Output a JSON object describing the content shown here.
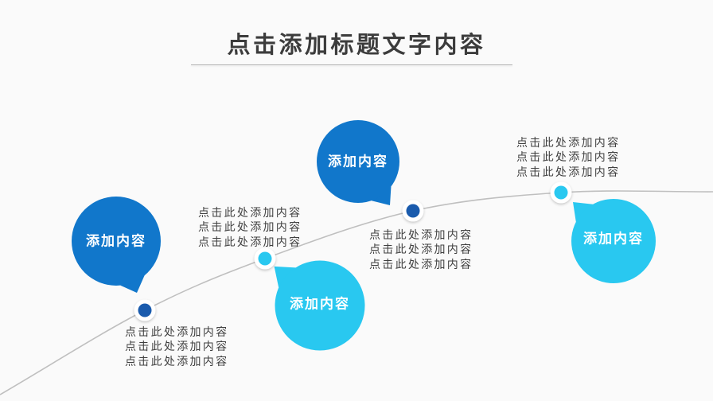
{
  "slide": {
    "title": "点击添加标题文字内容",
    "background": "#fafafa"
  },
  "timeline": {
    "curve_color": "#bfbfbf"
  },
  "bubbles": [
    {
      "label": "添加内容",
      "fill": "#1177cb",
      "dot_color": "#1a5bad"
    },
    {
      "label": "添加内容",
      "fill": "#1177cb",
      "dot_color": "#1a5bad"
    },
    {
      "label": "添加内容",
      "fill": "#29c8f0",
      "dot_color": "#29c8f0"
    },
    {
      "label": "添加内容",
      "fill": "#29c8f0",
      "dot_color": "#29c8f0"
    }
  ],
  "captions": [
    {
      "lines": [
        "点击此处添加内容",
        "点击此处添加内容",
        "点击此处添加内容"
      ]
    },
    {
      "lines": [
        "点击此处添加内容",
        "点击此处添加内容",
        "点击此处添加内容"
      ]
    },
    {
      "lines": [
        "点击此处添加内容",
        "点击此处添加内容",
        "点击此处添加内容"
      ]
    },
    {
      "lines": [
        "点击此处添加内容",
        "点击此处添加内容",
        "点击此处添加内容"
      ]
    }
  ],
  "colors": {
    "title_text": "#3c3c3c",
    "caption_text": "#3f3f3f",
    "divider": "#b3b3b3",
    "bubble_label": "#ffffff",
    "dot_ring": "#ffffff"
  }
}
